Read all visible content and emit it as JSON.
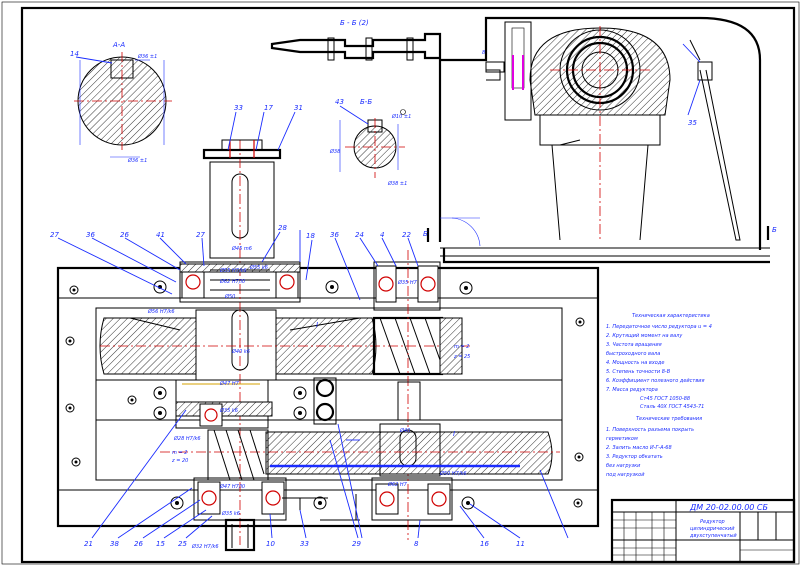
{
  "drawing": {
    "section_aa": "А-А",
    "section_bb": "Б-Б",
    "view_d": "Б - Б (2)",
    "cut_mark_left": "Б",
    "cut_mark_right": "Б",
    "axis_mark": "I"
  },
  "callouts": [
    {
      "id": "c1",
      "text": "14"
    },
    {
      "id": "c2",
      "text": "33"
    },
    {
      "id": "c3",
      "text": "17"
    },
    {
      "id": "c4",
      "text": "31"
    },
    {
      "id": "c5",
      "text": "43"
    },
    {
      "id": "c6",
      "text": "28"
    },
    {
      "id": "c7",
      "text": "27"
    },
    {
      "id": "c8",
      "text": "36"
    },
    {
      "id": "c9",
      "text": "26"
    },
    {
      "id": "c10",
      "text": "41"
    },
    {
      "id": "c11",
      "text": "27"
    },
    {
      "id": "c12",
      "text": "18"
    },
    {
      "id": "c13",
      "text": "36"
    },
    {
      "id": "c14",
      "text": "24"
    },
    {
      "id": "c15",
      "text": "4"
    },
    {
      "id": "c16",
      "text": "22"
    },
    {
      "id": "c17",
      "text": "21"
    },
    {
      "id": "c18",
      "text": "38"
    },
    {
      "id": "c19",
      "text": "26"
    },
    {
      "id": "c20",
      "text": "15"
    },
    {
      "id": "c21",
      "text": "25"
    },
    {
      "id": "c22",
      "text": "10"
    },
    {
      "id": "c23",
      "text": "33"
    },
    {
      "id": "c24",
      "text": "29"
    },
    {
      "id": "c25",
      "text": "8"
    },
    {
      "id": "c26",
      "text": "16"
    },
    {
      "id": "c27",
      "text": "11"
    },
    {
      "id": "c28",
      "text": "35"
    }
  ],
  "tech_spec": {
    "heading": "Техническая характеристика",
    "lines": [
      "1. Передаточное число редуктора  u = 4",
      "2. Крутящий момент на валу",
      "3. Частота вращения",
      "   быстроходного вала",
      "4. Мощность на входе",
      "5. Степень точности  8-В",
      "6. Коэффициент полезного действия",
      "7. Масса редуктора",
      "   Ст45 ГОСТ 1050-88",
      "   Сталь 40Х ГОСТ 4543-71"
    ]
  },
  "tech_req": {
    "heading": "Технические требования",
    "lines": [
      "1. Поверхность разъема покрыть",
      "   герметиком",
      "2. Залить масло И-Г-А-68",
      "3. Редуктор обкатать",
      "   без нагрузки",
      "   под нагрузкой"
    ]
  },
  "title_block": {
    "doc_code": "ДМ 20-02.00.00 СБ",
    "name_line1": "Редуктор",
    "name_line2": "цилиндрический",
    "name_line3": "двухступенчатый"
  }
}
